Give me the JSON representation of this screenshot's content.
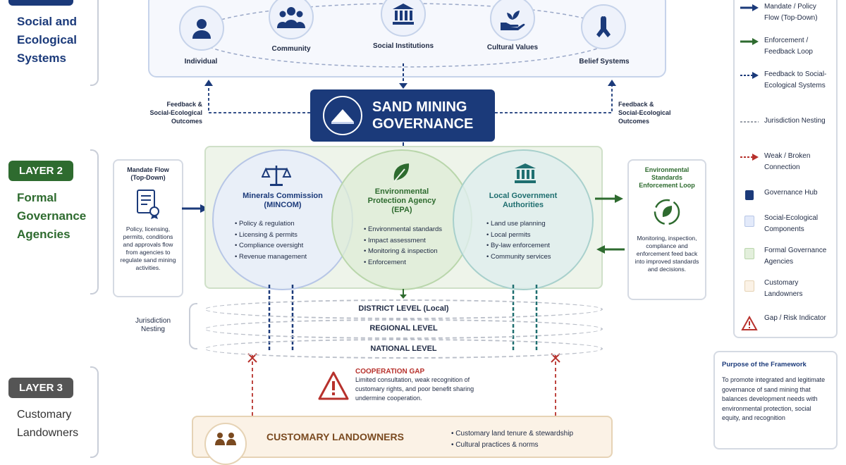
{
  "layer1": {
    "title_lines": [
      "Social and",
      "Ecological",
      "Systems"
    ]
  },
  "components": [
    {
      "label": "Individual",
      "icon": "person-icon"
    },
    {
      "label": "Community",
      "icon": "group-icon"
    },
    {
      "label": "Social Institutions",
      "icon": "institution-icon"
    },
    {
      "label": "Cultural Values",
      "icon": "hand-plant-icon"
    },
    {
      "label": "Belief Systems",
      "icon": "praying-hands-icon"
    }
  ],
  "hub": {
    "line1": "SAND MINING",
    "line2": "GOVERNANCE"
  },
  "feedback_left": [
    "Feedback &",
    "Social-Ecological",
    "Outcomes"
  ],
  "feedback_right": [
    "Feedback &",
    "Social-Ecological",
    "Outcomes"
  ],
  "layer2": {
    "tag": "LAYER 2",
    "title_lines": [
      "Formal",
      "Governance",
      "Agencies"
    ]
  },
  "mandate_card": {
    "title": "Mandate Flow (Top-Down)",
    "body": "Policy, licensing, permits, conditions and approvals flow from agencies to regulate sand mining activities."
  },
  "agencies": [
    {
      "name": "Minerals Commission (MINCOM)",
      "items": [
        "Policy & regulation",
        "Licensing & permits",
        "Compliance oversight",
        "Revenue management"
      ]
    },
    {
      "name": "Environmental Protection Agency (EPA)",
      "items": [
        "Environmental standards",
        "Impact assessment",
        "Monitoring & inspection",
        "Enforcement"
      ]
    },
    {
      "name": "Local Government Authorities",
      "items": [
        "Land use planning",
        "Local permits",
        "By-law enforcement",
        "Community services"
      ]
    }
  ],
  "enforcement_card": {
    "title": "Environmental Standards Enforcement Loop",
    "body": "Monitoring, inspection, compliance and enforcement feed back into improved standards and decisions."
  },
  "jurisdiction": {
    "label_lines": [
      "Jurisdiction",
      "Nesting"
    ],
    "levels": [
      "DISTRICT LEVEL (Local)",
      "REGIONAL LEVEL",
      "NATIONAL LEVEL"
    ]
  },
  "layer3": {
    "tag": "LAYER 3",
    "title_lines": [
      "Customary",
      "Landowners"
    ]
  },
  "gap": {
    "title": "COOPERATION GAP",
    "body": "Limited consultation, weak recognition of customary rights, and poor benefit sharing undermine cooperation."
  },
  "customary": {
    "title": "CUSTOMARY LANDOWNERS",
    "items": [
      "Customary land tenure & stewardship",
      "Cultural practices & norms"
    ]
  },
  "legend": [
    {
      "label": "Mandate / Policy Flow (Top-Down)",
      "symbol": "solid-blue-arrow"
    },
    {
      "label": "Enforcement / Feedback Loop",
      "symbol": "solid-green-arrow"
    },
    {
      "label": "Feedback to Social-Ecological Systems",
      "symbol": "dashed-blue-arrow"
    },
    {
      "label": "Jurisdiction Nesting",
      "symbol": "dashed-grey-line"
    },
    {
      "label": "Weak / Broken Connection",
      "symbol": "dashed-red-arrow"
    },
    {
      "label": "Governance Hub",
      "symbol": "navy-square"
    },
    {
      "label": "Social-Ecological Components",
      "symbol": "lightblue-square"
    },
    {
      "label": "Formal Governance Agencies",
      "symbol": "lightgreen-square"
    },
    {
      "label": "Customary Landowners",
      "symbol": "beige-square"
    },
    {
      "label": "Gap / Risk Indicator",
      "symbol": "warning-icon"
    }
  ],
  "purpose": {
    "title": "Purpose of the Framework",
    "body": "To promote integrated and legitimate governance of sand mining that balances development needs with environmental protection, social equity, and recognition"
  },
  "colors": {
    "navy": "#1b3a7a",
    "green": "#2e6b2f",
    "red": "#b7312c",
    "grey_tag": "#555555"
  }
}
